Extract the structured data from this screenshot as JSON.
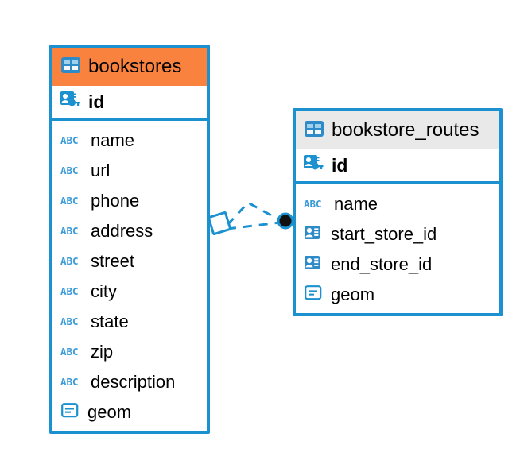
{
  "diagram": {
    "type": "entity-relationship-diagram",
    "background_color": "#ffffff",
    "entities": [
      {
        "name": "bookstores",
        "header_color": "#F9823F",
        "border_color": "#1B91D0",
        "header_icon": "table-icon",
        "primary_key": {
          "label": "id",
          "icon": "primary-key-icon"
        },
        "fields": [
          {
            "label": "name",
            "icon": "abc-text-icon",
            "icon_text": "ABC"
          },
          {
            "label": "url",
            "icon": "abc-text-icon",
            "icon_text": "ABC"
          },
          {
            "label": "phone",
            "icon": "abc-text-icon",
            "icon_text": "ABC"
          },
          {
            "label": "address",
            "icon": "abc-text-icon",
            "icon_text": "ABC"
          },
          {
            "label": "street",
            "icon": "abc-text-icon",
            "icon_text": "ABC"
          },
          {
            "label": "city",
            "icon": "abc-text-icon",
            "icon_text": "ABC"
          },
          {
            "label": "state",
            "icon": "abc-text-icon",
            "icon_text": "ABC"
          },
          {
            "label": "zip",
            "icon": "abc-text-icon",
            "icon_text": "ABC"
          },
          {
            "label": "description",
            "icon": "abc-text-icon",
            "icon_text": "ABC"
          },
          {
            "label": "geom",
            "icon": "geometry-icon",
            "icon_text": ""
          }
        ]
      },
      {
        "name": "bookstore_routes",
        "header_color": "#E9E9E9",
        "border_color": "#1B91D0",
        "header_icon": "table-icon",
        "primary_key": {
          "label": "id",
          "icon": "primary-key-icon"
        },
        "fields": [
          {
            "label": "name",
            "icon": "abc-text-icon",
            "icon_text": "ABC"
          },
          {
            "label": "start_store_id",
            "icon": "foreign-key-icon",
            "icon_text": ""
          },
          {
            "label": "end_store_id",
            "icon": "foreign-key-icon",
            "icon_text": ""
          },
          {
            "label": "geom",
            "icon": "geometry-icon",
            "icon_text": ""
          }
        ]
      }
    ],
    "relationship": {
      "name": "bookstores-to-bookstore-routes",
      "style": "dashed",
      "color": "#1B91D0",
      "source_marker": "diamond",
      "target_marker": "filled-circle"
    }
  }
}
